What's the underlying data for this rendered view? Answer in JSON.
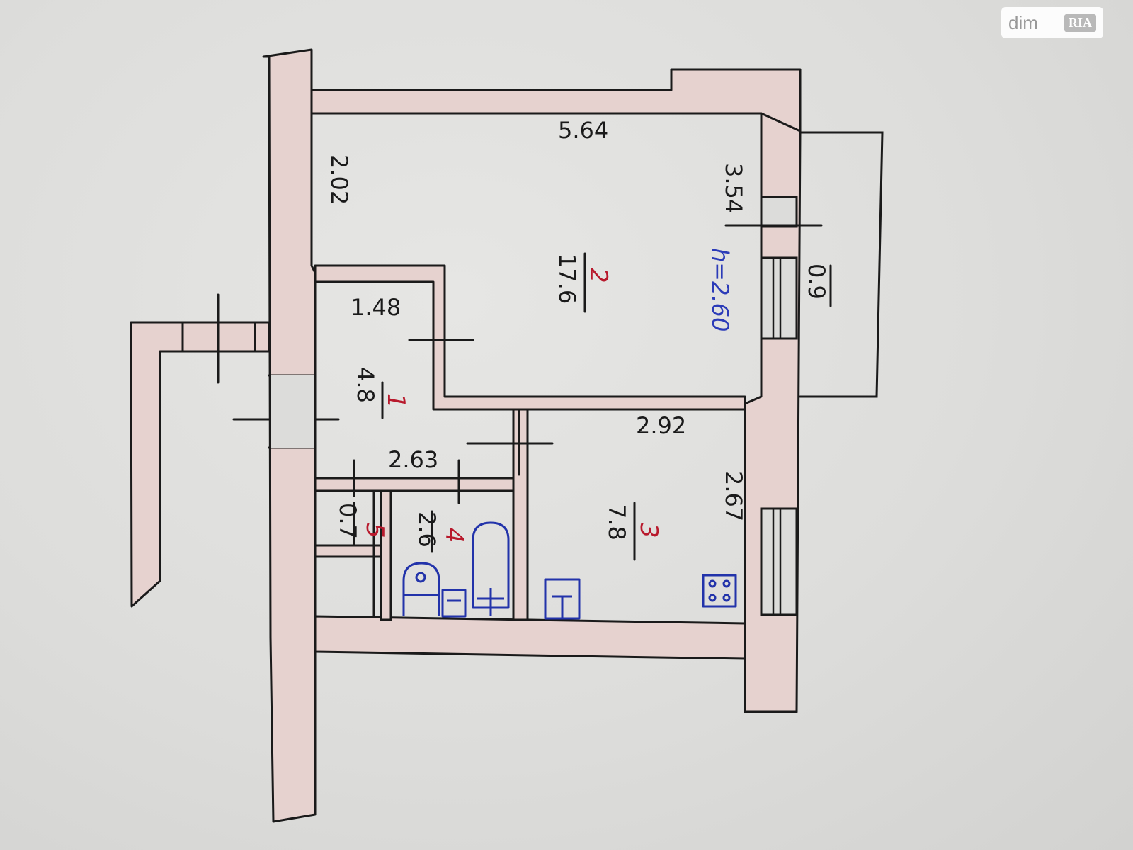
{
  "watermark": {
    "brand": "dim",
    "brand_badge": "RIA"
  },
  "plan": {
    "ceiling_height": "h=2.60",
    "rooms": [
      {
        "number": "1",
        "area": "4.8",
        "dims": [
          "1.48",
          "2.63"
        ]
      },
      {
        "number": "2",
        "area": "17.6",
        "dims": [
          "5.64",
          "3.54",
          "2.02"
        ]
      },
      {
        "number": "3",
        "area": "7.8",
        "dims": [
          "2.92",
          "2.67"
        ]
      },
      {
        "number": "4",
        "area": "2.6"
      },
      {
        "number": "5",
        "area": "0.7"
      }
    ],
    "balcony": {
      "area": "0.9"
    }
  },
  "colors": {
    "wall_fill": "#e6d2cf",
    "ink": "#1a1a1a",
    "room_number": "#b8192c",
    "fixture": "#2233aa"
  }
}
